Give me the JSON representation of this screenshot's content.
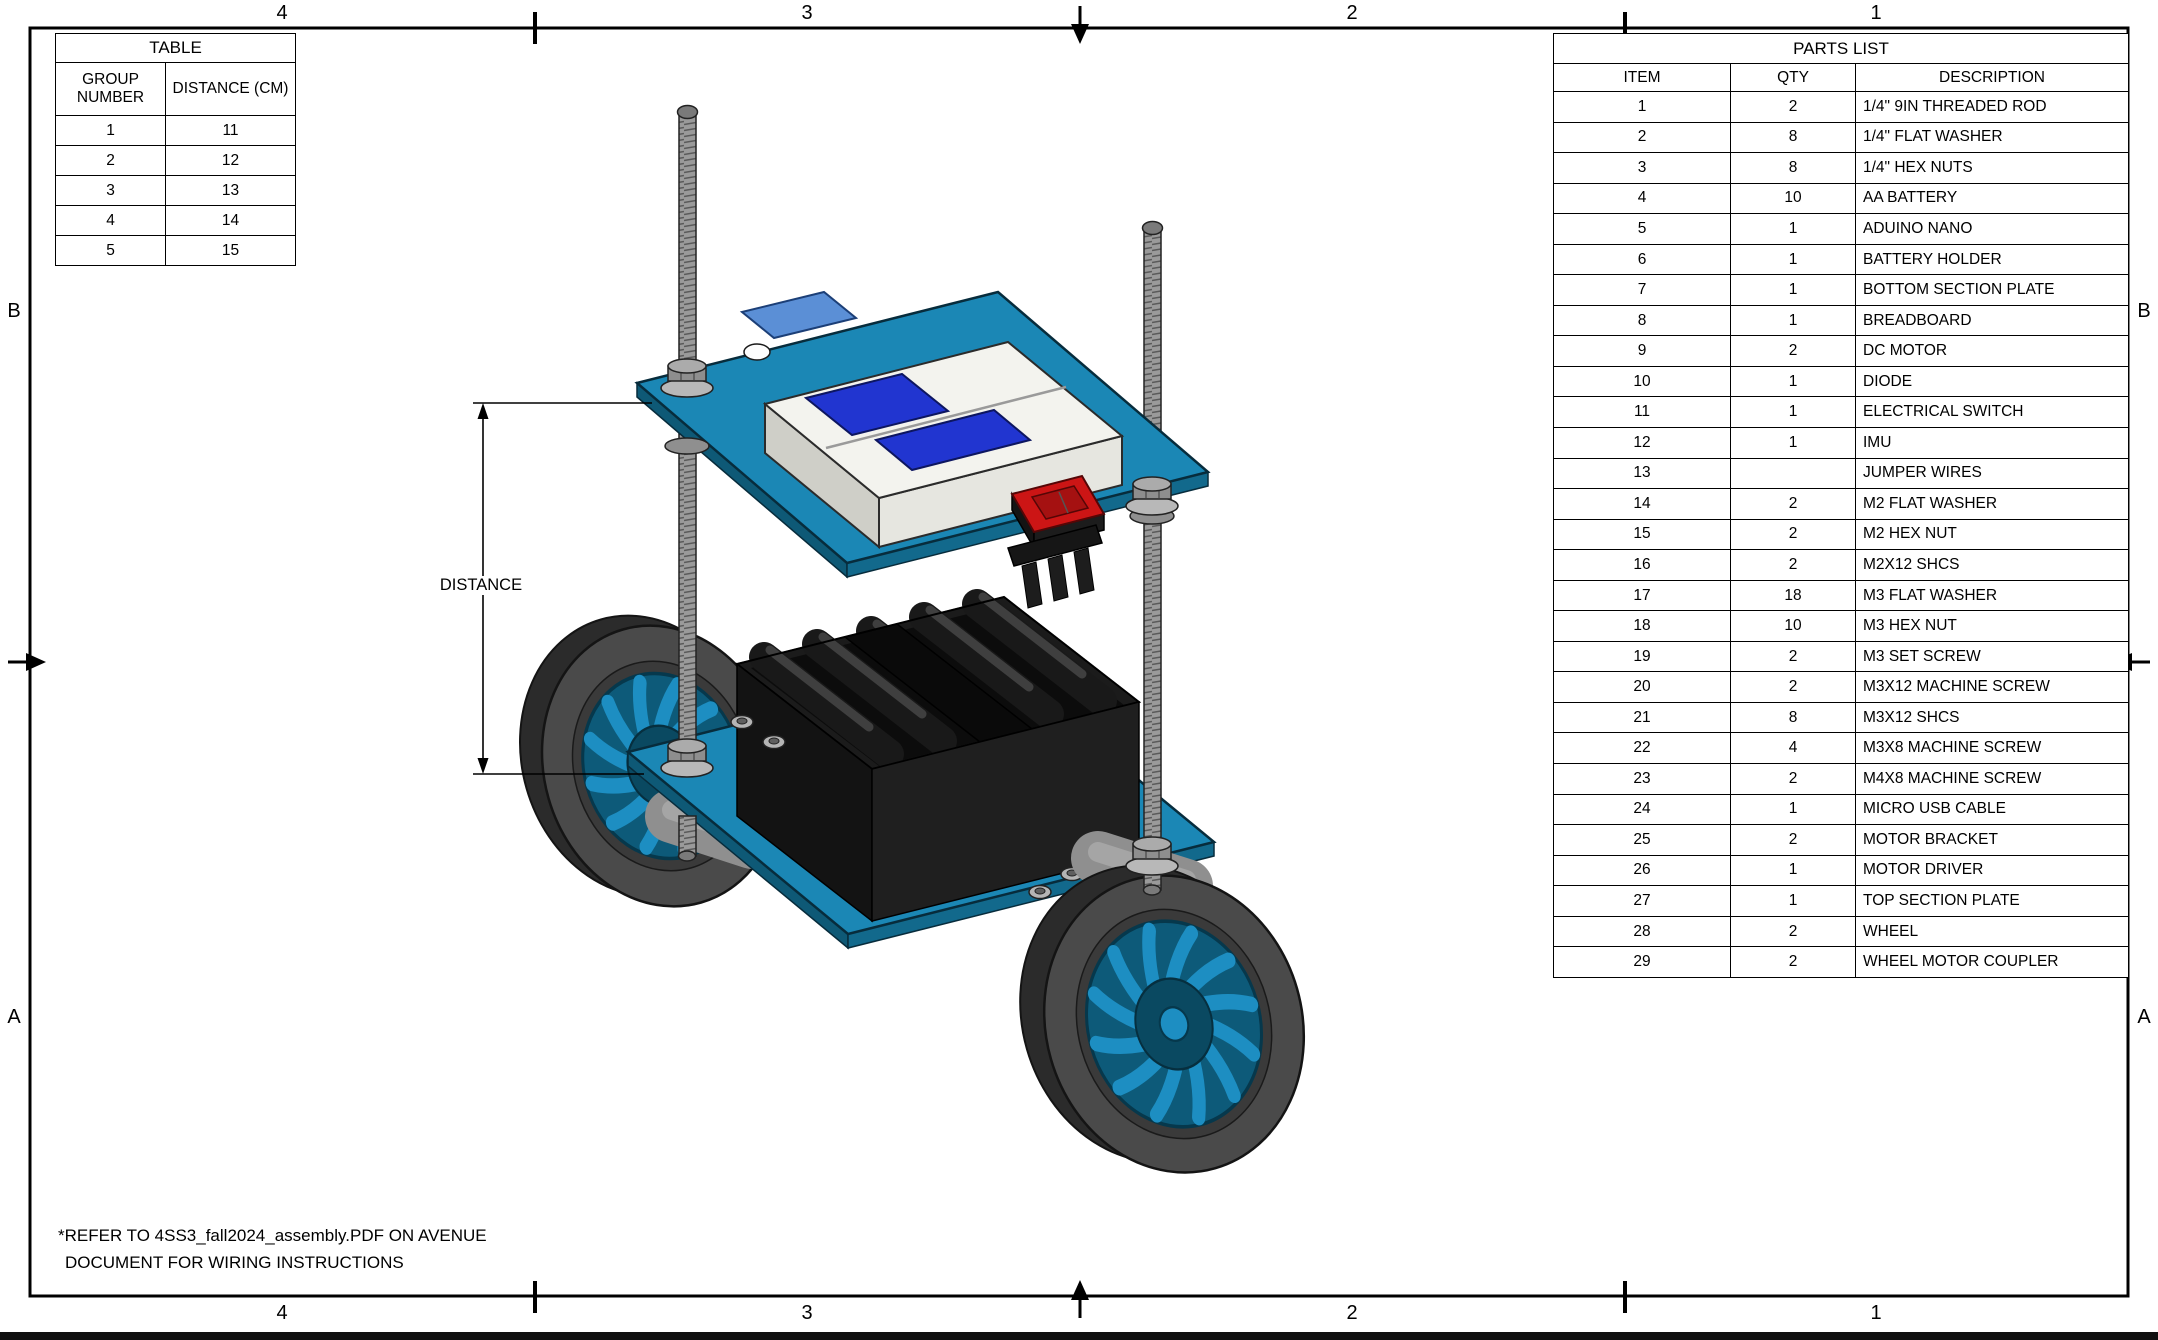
{
  "sheet": {
    "zones_top": [
      "4",
      "3",
      "2",
      "1"
    ],
    "zones_bottom": [
      "4",
      "3",
      "2",
      "1"
    ],
    "zones_left": [
      "B",
      "A"
    ],
    "zones_right": [
      "B",
      "A"
    ]
  },
  "group_table": {
    "title": "TABLE",
    "headers": [
      "GROUP NUMBER",
      "DISTANCE (CM)"
    ],
    "rows": [
      [
        "1",
        "11"
      ],
      [
        "2",
        "12"
      ],
      [
        "3",
        "13"
      ],
      [
        "4",
        "14"
      ],
      [
        "5",
        "15"
      ]
    ]
  },
  "parts_list": {
    "title": "PARTS LIST",
    "headers": [
      "ITEM",
      "QTY",
      "DESCRIPTION"
    ],
    "rows": [
      [
        "1",
        "2",
        "1/4\" 9IN THREADED ROD"
      ],
      [
        "2",
        "8",
        "1/4\" FLAT WASHER"
      ],
      [
        "3",
        "8",
        "1/4\" HEX NUTS"
      ],
      [
        "4",
        "10",
        "AA BATTERY"
      ],
      [
        "5",
        "1",
        "ADUINO NANO"
      ],
      [
        "6",
        "1",
        "BATTERY HOLDER"
      ],
      [
        "7",
        "1",
        "BOTTOM SECTION PLATE"
      ],
      [
        "8",
        "1",
        "BREADBOARD"
      ],
      [
        "9",
        "2",
        "DC MOTOR"
      ],
      [
        "10",
        "1",
        "DIODE"
      ],
      [
        "11",
        "1",
        "ELECTRICAL SWITCH"
      ],
      [
        "12",
        "1",
        "IMU"
      ],
      [
        "13",
        "",
        "JUMPER WIRES"
      ],
      [
        "14",
        "2",
        "M2 FLAT WASHER"
      ],
      [
        "15",
        "2",
        "M2 HEX NUT"
      ],
      [
        "16",
        "2",
        "M2X12 SHCS"
      ],
      [
        "17",
        "18",
        "M3 FLAT WASHER"
      ],
      [
        "18",
        "10",
        "M3 HEX NUT"
      ],
      [
        "19",
        "2",
        "M3 SET SCREW"
      ],
      [
        "20",
        "2",
        "M3X12 MACHINE SCREW"
      ],
      [
        "21",
        "8",
        "M3X12 SHCS"
      ],
      [
        "22",
        "4",
        "M3X8 MACHINE SCREW"
      ],
      [
        "23",
        "2",
        "M4X8 MACHINE SCREW"
      ],
      [
        "24",
        "1",
        "MICRO USB CABLE"
      ],
      [
        "25",
        "2",
        "MOTOR BRACKET"
      ],
      [
        "26",
        "1",
        "MOTOR DRIVER"
      ],
      [
        "27",
        "1",
        "TOP SECTION PLATE"
      ],
      [
        "28",
        "2",
        "WHEEL"
      ],
      [
        "29",
        "2",
        "WHEEL MOTOR COUPLER"
      ]
    ]
  },
  "annotations": {
    "distance_label": "DISTANCE",
    "note_line1": "*REFER TO 4SS3_fall2024_assembly.PDF ON AVENUE",
    "note_line2": "DOCUMENT FOR WIRING INSTRUCTIONS"
  },
  "colors": {
    "plate": "#1b87b5",
    "hub": "#1d8ec2",
    "board": "#2135d0",
    "switch": "#cc1515"
  }
}
